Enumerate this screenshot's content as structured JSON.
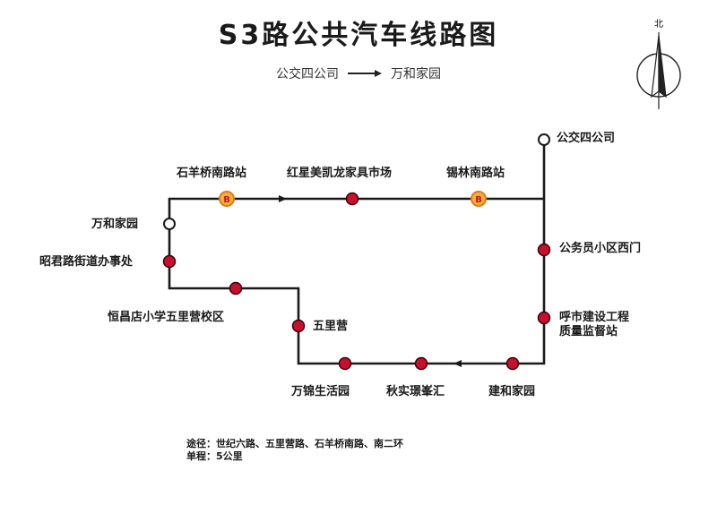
{
  "title": "S3路公共汽车线路图",
  "direction": {
    "from": "公交四公司",
    "to": "万和家园"
  },
  "compass": {
    "north_label": "北"
  },
  "stops": [
    {
      "name": "公交四公司",
      "type": "terminal"
    },
    {
      "name": "锡林南路站",
      "type": "transfer"
    },
    {
      "name": "红星美凯龙家具市场",
      "type": "regular"
    },
    {
      "name": "石羊桥南路站",
      "type": "transfer"
    },
    {
      "name": "万和家园",
      "type": "terminal"
    },
    {
      "name": "昭君路街道办事处",
      "type": "regular"
    },
    {
      "name": "恒昌店小学五里营校区",
      "type": "regular"
    },
    {
      "name": "五里营",
      "type": "regular"
    },
    {
      "name": "万锦生活园",
      "type": "regular"
    },
    {
      "name": "秋实璟峯汇",
      "type": "regular"
    },
    {
      "name": "建和家园",
      "type": "regular"
    },
    {
      "name": "呼市建设工程",
      "type": "regular"
    },
    {
      "name": "质量监督站",
      "type": "regular"
    },
    {
      "name": "公务员小区西门",
      "type": "regular"
    }
  ],
  "transfer_badge": "B",
  "footer": {
    "route_label": "途径：世纪六路、五里营路、石羊桥南路、南二环",
    "distance_label": "单程：5公里"
  },
  "colors": {
    "line": "#1a1a1a",
    "stop_fill": "#c8102e",
    "transfer_fill": "#f5b335",
    "transfer_ring": "#e07a1a"
  }
}
